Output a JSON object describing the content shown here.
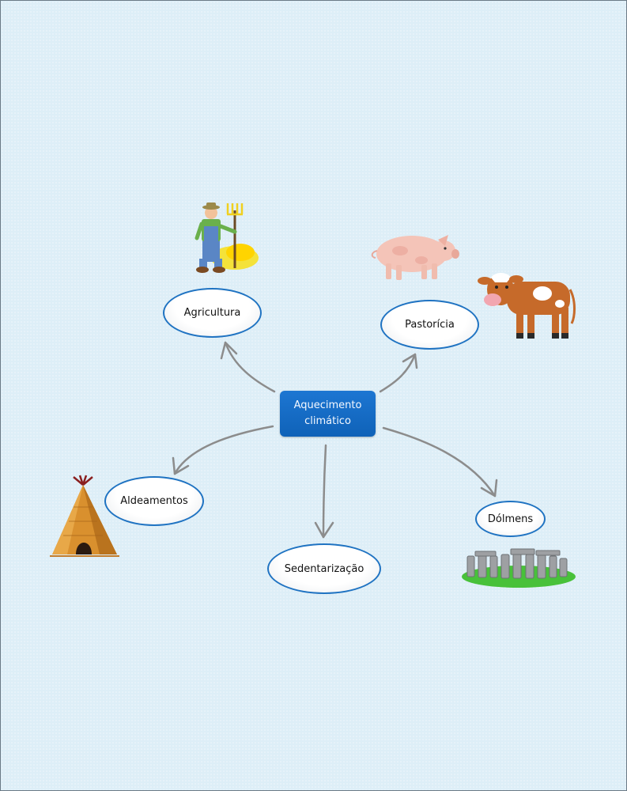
{
  "central_topic": {
    "line1": "Aquecimento",
    "line2": "climático"
  },
  "branches": {
    "agricultura": "Agricultura",
    "pastoricia": "Pastorícia",
    "aldeamentos": "Aldeamentos",
    "sedentarizacao": "Sedentarização",
    "dolmens": "Dólmens"
  },
  "colors": {
    "central_fill": "#1769c4",
    "node_border": "#1f73c2",
    "connector": "#8c8c8c",
    "background": "#ddeef7"
  },
  "icons": [
    "farmer-icon",
    "pig-icon",
    "cow-icon",
    "teepee-icon",
    "stonehenge-icon"
  ]
}
